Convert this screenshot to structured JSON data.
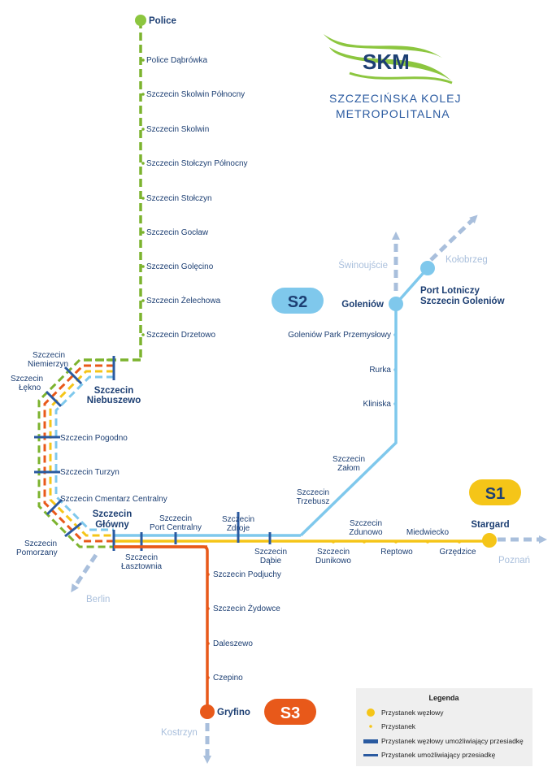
{
  "logo": {
    "abbr": "SKM",
    "line1": "SZCZECIŃSKA KOLEJ",
    "line2": "METROPOLITALNA",
    "colors": {
      "green": "#8cc63f",
      "blue": "#1d3f73"
    }
  },
  "lines": {
    "S1": {
      "label": "S1",
      "color": "#f5c518"
    },
    "S2": {
      "label": "S2",
      "color": "#7fc8ec"
    },
    "S3": {
      "label": "S3",
      "color": "#e8591a"
    },
    "police": {
      "color": "#7cb32e"
    }
  },
  "stations": {
    "police": "Police",
    "police_dabrowka": "Police Dąbrówka",
    "skolwin_pn": "Szczecin Skolwin Północny",
    "skolwin": "Szczecin Skolwin",
    "stolczyn_pn": "Szczecin Stołczyn Północny",
    "stolczyn": "Szczecin Stołczyn",
    "goclaw": "Szczecin Gocław",
    "golecino": "Szczecin Golęcino",
    "zelechowa": "Szczecin Żelechowa",
    "drzetowo": "Szczecin Drzetowo",
    "niemierzyn": [
      "Szczecin",
      "Niemierzyn"
    ],
    "lekno": [
      "Szczecin",
      "Łękno"
    ],
    "niebuszewo": [
      "Szczecin",
      "Niebuszewo"
    ],
    "pogodno": "Szczecin Pogodno",
    "turzyn": "Szczecin Turzyn",
    "cmentarz": "Szczecin Cmentarz Centralny",
    "pomorzany": [
      "Szczecin",
      "Pomorzany"
    ],
    "glowny": [
      "Szczecin",
      "Główny"
    ],
    "lasztownia": [
      "Szczecin",
      "Łasztownia"
    ],
    "port_centralny": [
      "Szczecin",
      "Port Centralny"
    ],
    "zdroje": [
      "Szczecin",
      "Zdroje"
    ],
    "dabie": [
      "Szczecin",
      "Dąbie"
    ],
    "trzebusz": [
      "Szczecin",
      "Trzebusz"
    ],
    "zalom": [
      "Szczecin",
      "Załom"
    ],
    "kliniska": "Kliniska",
    "rurka": "Rurka",
    "goleniow_park": "Goleniów Park Przemysłowy",
    "goleniow": "Goleniów",
    "port_lotniczy": [
      "Port Lotniczy",
      "Szczecin Goleniów"
    ],
    "dunikowo": [
      "Szczecin",
      "Dunikowo"
    ],
    "zdunowo": [
      "Szczecin",
      "Zdunowo"
    ],
    "reptowo": "Reptowo",
    "miedwiecko": "Miedwiecko",
    "grzedzice": "Grzędzice",
    "stargard": "Stargard",
    "podjuchy": "Szczecin Podjuchy",
    "zydowce": "Szczecin Żydowce",
    "daleszewo": "Daleszewo",
    "czepino": "Czepino",
    "gryfino": "Gryfino"
  },
  "directions": {
    "swinoujscie": "Świnoujście",
    "kolobrzeg": "Kołobrzeg",
    "poznan": "Poznań",
    "berlin": "Berlin",
    "kostrzyn": "Kostrzyn"
  },
  "legend": {
    "title": "Legenda",
    "items": [
      {
        "symbol": "hub-circle",
        "label": "Przystanek węzłowy"
      },
      {
        "symbol": "stop-dot",
        "label": "Przystanek"
      },
      {
        "symbol": "thick-bar",
        "label": "Przystanek węzłowy umożliwiający przesiadkę"
      },
      {
        "symbol": "thin-bar",
        "label": "Przystanek umożliwiający przesiadkę"
      }
    ]
  },
  "colors": {
    "text": "#1d3f73",
    "direction": "#a9bfdc",
    "legend_bg": "#efefef"
  }
}
